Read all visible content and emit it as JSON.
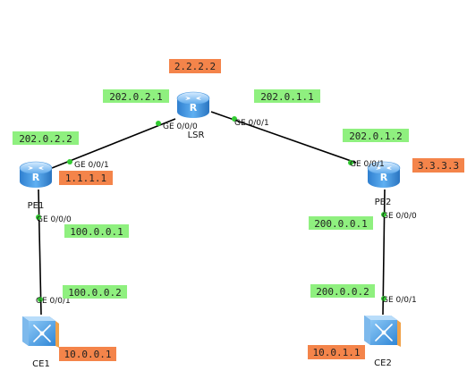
{
  "colors": {
    "green_tag": "#8ff07f",
    "orange_tag": "#f4844a",
    "link": "#000000",
    "port_dot": "#33cc33",
    "router_body": "#3a8ed8",
    "switch_body": "#3a8ed8"
  },
  "devices": {
    "lsr": {
      "name": "LSR",
      "icon": "router-icon",
      "loopback": "2.2.2.2"
    },
    "pe1": {
      "name": "PE1",
      "icon": "router-icon",
      "loopback": "1.1.1.1"
    },
    "pe2": {
      "name": "PE2",
      "icon": "router-icon",
      "loopback": "3.3.3.3"
    },
    "ce1": {
      "name": "CE1",
      "icon": "switch-icon",
      "loopback": "10.0.0.1"
    },
    "ce2": {
      "name": "CE2",
      "icon": "switch-icon",
      "loopback": "10.0.1.1"
    }
  },
  "links": [
    {
      "id": "pe1-lsr",
      "a_port": "GE 0/0/1",
      "a_ip": "202.0.2.2",
      "b_port": "GE 0/0/0",
      "b_ip": "202.0.2.1"
    },
    {
      "id": "lsr-pe2",
      "a_port": "GE 0/0/1",
      "a_ip": "202.0.1.1",
      "b_port": "GE 0/0/1",
      "b_ip": "202.0.1.2"
    },
    {
      "id": "pe1-ce1",
      "a_port": "GE 0/0/0",
      "a_ip": "100.0.0.1",
      "b_port": "GE 0/0/1",
      "b_ip": "100.0.0.2"
    },
    {
      "id": "pe2-ce2",
      "a_port": "GE 0/0/0",
      "a_ip": "200.0.0.1",
      "b_port": "GE 0/0/1",
      "b_ip": "200.0.0.2"
    }
  ]
}
